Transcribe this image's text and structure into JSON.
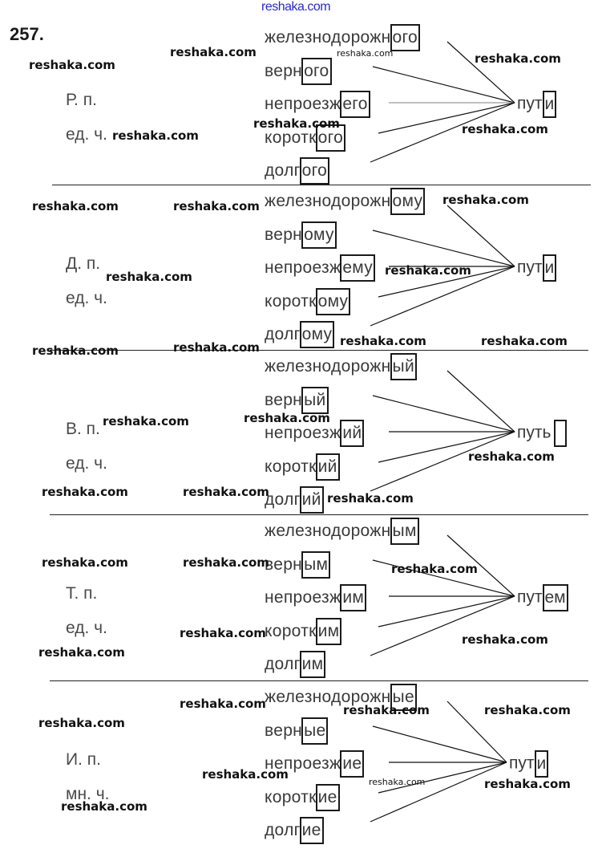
{
  "header": {
    "exercise_number": "257.",
    "site_label": "reshaka.com"
  },
  "sections": [
    {
      "case": "Р. п.",
      "number": "ед. ч.",
      "adjectives": [
        {
          "stem": "железнодорожн",
          "ending": "ого"
        },
        {
          "stem": "верн",
          "ending": "ого"
        },
        {
          "stem": "непроезж",
          "ending": "его"
        },
        {
          "stem": "коротк",
          "ending": "ого"
        },
        {
          "stem": "долг",
          "ending": "ого"
        }
      ],
      "noun": {
        "stem": "пут",
        "ending": "и"
      }
    },
    {
      "case": "Д. п.",
      "number": "ед. ч.",
      "adjectives": [
        {
          "stem": "железнодорожн",
          "ending": "ому"
        },
        {
          "stem": "верн",
          "ending": "ому"
        },
        {
          "stem": "непроезж",
          "ending": "ему"
        },
        {
          "stem": "коротк",
          "ending": "ому"
        },
        {
          "stem": "долг",
          "ending": "ому"
        }
      ],
      "noun": {
        "stem": "пут",
        "ending": "и"
      }
    },
    {
      "case": "В. п.",
      "number": "ед. ч.",
      "adjectives": [
        {
          "stem": "железнодорожн",
          "ending": "ый"
        },
        {
          "stem": "верн",
          "ending": "ый"
        },
        {
          "stem": "непроезж",
          "ending": "ий"
        },
        {
          "stem": "коротк",
          "ending": "ий"
        },
        {
          "stem": "долг",
          "ending": "ий"
        }
      ],
      "noun": {
        "stem": "путь",
        "ending": ""
      }
    },
    {
      "case": "Т. п.",
      "number": "ед. ч.",
      "adjectives": [
        {
          "stem": "железнодорожн",
          "ending": "ым"
        },
        {
          "stem": "верн",
          "ending": "ым"
        },
        {
          "stem": "непроезж",
          "ending": "им"
        },
        {
          "stem": "коротк",
          "ending": "им"
        },
        {
          "stem": "долг",
          "ending": "им"
        }
      ],
      "noun": {
        "stem": "пут",
        "ending": "ем"
      }
    },
    {
      "case": "И. п.",
      "number": "мн. ч.",
      "adjectives": [
        {
          "stem": "железнодорожн",
          "ending": "ые"
        },
        {
          "stem": "верн",
          "ending": "ые"
        },
        {
          "stem": "непроезж",
          "ending": "ие"
        },
        {
          "stem": "коротк",
          "ending": "ие"
        },
        {
          "stem": "долг",
          "ending": "ие"
        }
      ],
      "noun": {
        "stem": "пут",
        "ending": "и"
      }
    }
  ],
  "watermark": "reshaka.com"
}
